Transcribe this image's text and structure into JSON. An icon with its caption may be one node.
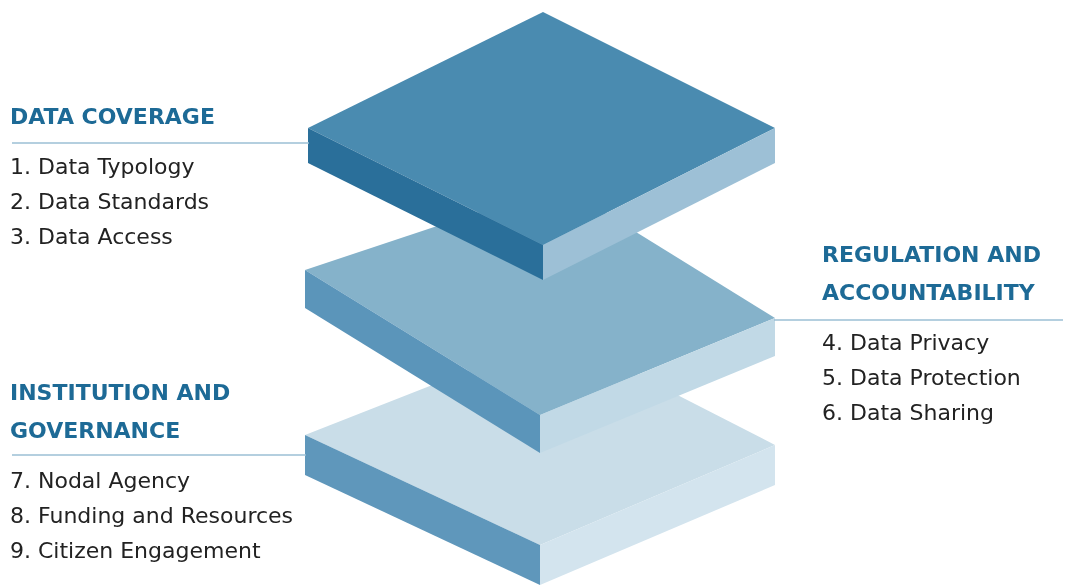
{
  "diagram": {
    "nodes": [
      {
        "text": [
          "DATA COVERAGE"
        ]
      },
      {
        "text": [],
        "shape": "box"
      },
      {
        "text": [],
        "shape": "box"
      },
      {
        "text": [],
        "shape": "box"
      },
      {
        "text": [
          "REGULATION AND ACCOUNTABILITY"
        ]
      },
      {
        "text": [
          "INSTITUTION AND GOVERNANCE"
        ]
      }
    ],
    "edges": [
      {
        "from": 0,
        "to": 1,
        "arrow": "none"
      },
      {
        "from": 4,
        "to": 2,
        "arrow": "none"
      },
      {
        "from": 5,
        "to": 3,
        "arrow": "none"
      }
    ],
    "labels": [
      "1. Data Typology",
      "2. Data Standards",
      "3. Data Access",
      "4. Data Privacy",
      "5. Data Protection",
      "6. Data Sharing",
      "7. Nodal Agency",
      "8. Funding and Resources",
      "9. Citizen Engagement"
    ]
  }
}
